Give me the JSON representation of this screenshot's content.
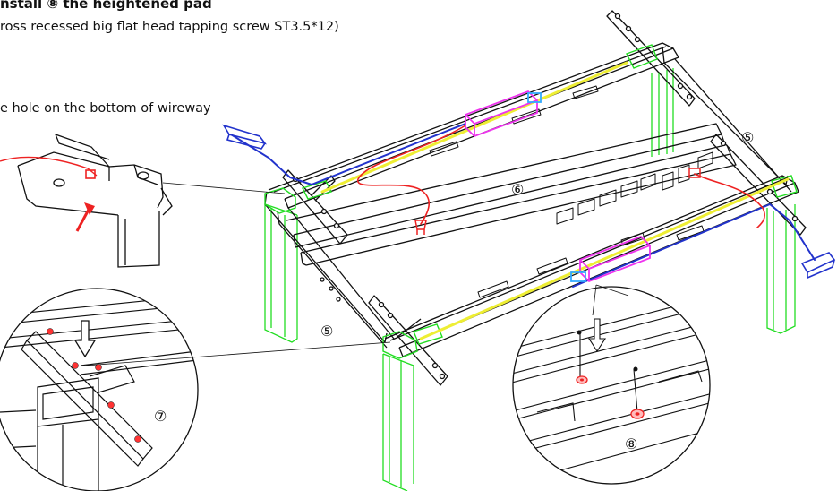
{
  "instructions": {
    "heading": "nstall ⑧ the heightened pad",
    "screw_line": "ross recessed big flat head tapping screw ST3.5*12)",
    "hole_line": "e hole on the bottom of wireway"
  },
  "callouts": {
    "label_5_top": "⑤",
    "label_5_middle": "⑤",
    "label_6": "⑥",
    "label_7": "⑦",
    "label_8": "⑧"
  },
  "colors": {
    "line": "#111111",
    "leg": "#22dd22",
    "wire_red": "#ee2222",
    "wire_blue": "#2233cc",
    "wire_yellow": "#eeee33",
    "controller": "#ee33ee",
    "pad": "#ff7777"
  },
  "icons": {
    "arrow_red": "red-arrow-icon",
    "arrow_outline": "outline-arrow-icon"
  }
}
